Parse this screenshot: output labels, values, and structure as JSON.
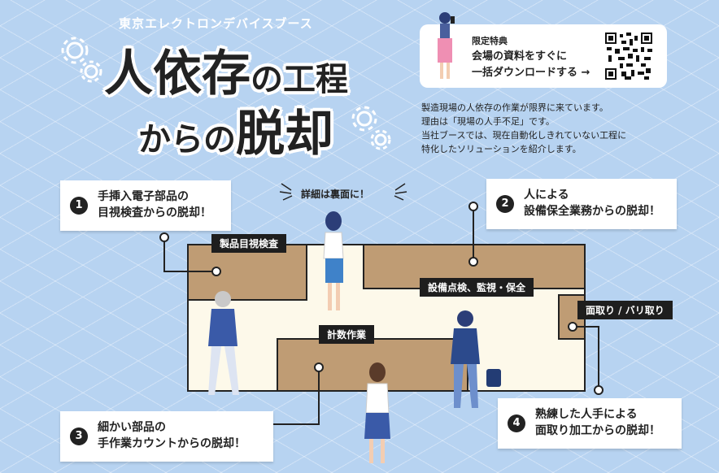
{
  "header": {
    "subtitle": "東京エレクトロンデバイスブース",
    "title_line1_a": "人依存",
    "title_line1_b": "の工程",
    "title_line2_a": "からの",
    "title_line2_b": "脱却"
  },
  "promo": {
    "label": "限定特典",
    "line1": "会場の資料をすぐに",
    "line2": "一括ダウンロードする →"
  },
  "description": [
    "製造現場の人依存の作業が限界に来ています。",
    "理由は「現場の人手不足」です。",
    "当社ブースでは、現在自動化しきれていない工程に",
    "特化したソリューションを紹介します。"
  ],
  "detail_note": "詳細は裏面に！",
  "areas": {
    "inspection": "製品目視検査",
    "maintenance": "設備点検、監視・保全",
    "chamfer": "面取り / バリ取り",
    "counting": "計数作業"
  },
  "cards": [
    {
      "num": "1",
      "line1": "手挿入電子部品の",
      "line2": "目視検査からの脱却！"
    },
    {
      "num": "2",
      "line1": "人による",
      "line2": "設備保全業務からの脱却！"
    },
    {
      "num": "3",
      "line1": "細かい部品の",
      "line2": "手作業カウントからの脱却！"
    },
    {
      "num": "4",
      "line1": "熟練した人手による",
      "line2": "面取り加工からの脱却！"
    }
  ],
  "colors": {
    "background": "#b7d3f1",
    "booth_block": "#bf9c74",
    "floor": "#fdf9ea",
    "label": "#1e1e1e"
  }
}
